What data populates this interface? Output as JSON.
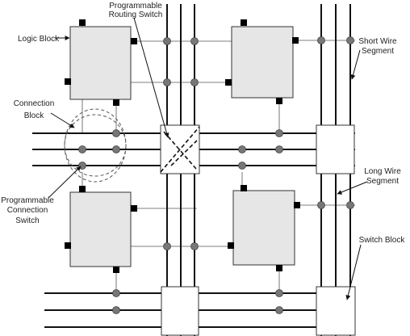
{
  "diagram": {
    "labels": {
      "logic_block": "Logic Block",
      "routing_switch_line1": "Programmable",
      "routing_switch_line2": "Routing Switch",
      "short_wire_line1": "Short Wire",
      "short_wire_line2": "Segment",
      "connection_block_line1": "Connection",
      "connection_block_line2": "Block",
      "long_wire_line1": "Long Wire",
      "long_wire_line2": "Segment",
      "prog_conn_line1": "Programmable",
      "prog_conn_line2": "Connection",
      "prog_conn_line3": "Switch",
      "switch_block": "Switch Block"
    },
    "colors": {
      "logic_block_fill": "#e6e6e6",
      "wire": "#111111",
      "switch_node": "#777777",
      "pin": "#000000"
    }
  }
}
